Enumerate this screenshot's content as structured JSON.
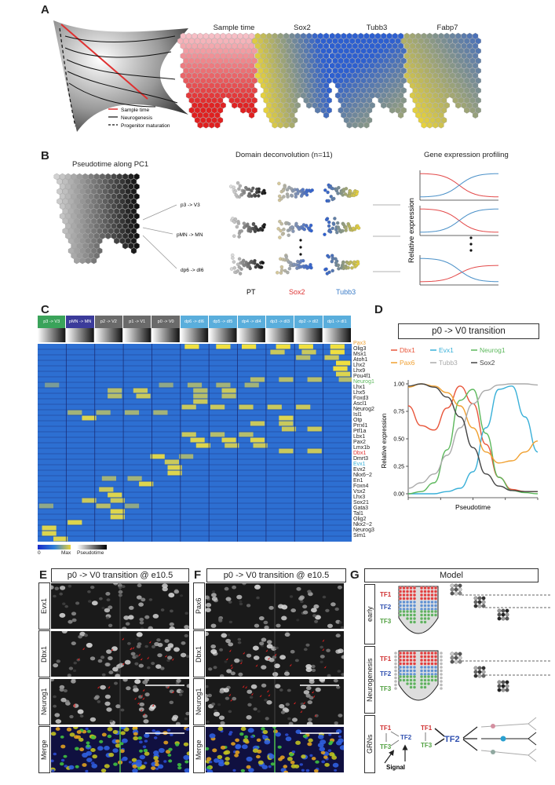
{
  "panels": {
    "A": "A",
    "B": "B",
    "C": "C",
    "D": "D",
    "E": "E",
    "F": "F",
    "G": "G"
  },
  "panelA": {
    "legend": [
      "Sample time",
      "Neurogenesis",
      "Progenitor maturation"
    ],
    "maps": [
      "Sample time",
      "Sox2",
      "Tubb3",
      "Fabp7"
    ],
    "colors": {
      "sample": "#e03030",
      "sox2_low": "#e8d23a",
      "sox2_high": "#2d5fd0"
    }
  },
  "panelB": {
    "title_left": "Pseudotime along PC1",
    "title_mid": "Domain deconvolution (n=11)",
    "title_right": "Gene expression profiling",
    "transitions": [
      "p3 -> V3",
      "pMN -> MN",
      "dp6 -> dI6"
    ],
    "col_labels": [
      "PT",
      "Sox2",
      "Tubb3"
    ],
    "ylabel": "Relative expression"
  },
  "panelC": {
    "columns": [
      "p3 -> V3",
      "pMN -> MN",
      "p2 -> V2",
      "p1 -> V1",
      "p0 -> V0",
      "dp6 -> dI6",
      "dp5 -> dI5",
      "dp4 -> dI4",
      "dp3 -> dI3",
      "dp2 -> dI2",
      "dp1 -> dI1"
    ],
    "genes": [
      "Pax3",
      "Olig3",
      "Msx1",
      "Atoh1",
      "Lhx2",
      "Lhx9",
      "Pou4f1",
      "Neurog1",
      "Lhx1",
      "Lhx5",
      "Foxd3",
      "Ascl1",
      "Neurog2",
      "Isl1",
      "Otp",
      "Prrxl1",
      "Ptf1a",
      "Lbx1",
      "Pax2",
      "Lmx1b",
      "Dbx1",
      "Dmrt3",
      "Evx1",
      "Evx2",
      "Nkx6−2",
      "En1",
      "Foxn4",
      "Vsx2",
      "Lhx3",
      "Sox21",
      "Gata3",
      "Tal1",
      "Olig2",
      "Nkx2−2",
      "Neurog3",
      "Sim1"
    ],
    "legend_min": "0",
    "legend_max": "Max",
    "legend_pt": "Pseudotime"
  },
  "panelD": {
    "title": "p0 -> V0 transition",
    "chart_data": {
      "type": "line",
      "title": "p0 -> V0 transition",
      "xlabel": "Pseudotime",
      "ylabel": "Relative expression",
      "xlim": [
        0,
        1
      ],
      "ylim": [
        0,
        1
      ],
      "yticks": [
        "0.00",
        "0.25",
        "0.50",
        "0.75",
        "1.00"
      ],
      "series": [
        {
          "name": "Dbx1",
          "color": "#e8553a",
          "x": [
            0,
            0.1,
            0.2,
            0.3,
            0.4,
            0.5,
            0.6,
            0.7,
            0.8,
            0.9,
            1
          ],
          "values": [
            0.8,
            0.62,
            0.58,
            0.78,
            0.98,
            0.82,
            0.45,
            0.15,
            0.04,
            0.02,
            0.02
          ]
        },
        {
          "name": "Evx1",
          "color": "#39b0d8",
          "x": [
            0,
            0.1,
            0.2,
            0.3,
            0.4,
            0.5,
            0.6,
            0.7,
            0.8,
            0.9,
            1
          ],
          "values": [
            0.0,
            0.0,
            0.0,
            0.02,
            0.05,
            0.2,
            0.6,
            0.95,
            0.98,
            0.7,
            0.38
          ]
        },
        {
          "name": "Neurog1",
          "color": "#5cb85c",
          "x": [
            0,
            0.1,
            0.2,
            0.3,
            0.4,
            0.5,
            0.6,
            0.7,
            0.8,
            0.9,
            1
          ],
          "values": [
            0.0,
            0.02,
            0.1,
            0.4,
            0.85,
            0.95,
            0.55,
            0.15,
            0.03,
            0.01,
            0.0
          ]
        },
        {
          "name": "Pax6",
          "color": "#f0a030",
          "x": [
            0,
            0.1,
            0.2,
            0.3,
            0.4,
            0.5,
            0.6,
            0.7,
            0.8,
            0.9,
            1
          ],
          "values": [
            0.97,
            1.0,
            0.98,
            0.92,
            0.8,
            0.6,
            0.38,
            0.28,
            0.3,
            0.38,
            0.48
          ]
        },
        {
          "name": "Tubb3",
          "color": "#aaaaaa",
          "x": [
            0,
            0.1,
            0.2,
            0.3,
            0.4,
            0.5,
            0.6,
            0.7,
            0.8,
            0.9,
            1
          ],
          "values": [
            0.05,
            0.1,
            0.18,
            0.35,
            0.6,
            0.82,
            0.94,
            0.99,
            1.0,
            1.0,
            0.99
          ]
        },
        {
          "name": "Sox2",
          "color": "#444444",
          "x": [
            0,
            0.1,
            0.2,
            0.3,
            0.4,
            0.5,
            0.6,
            0.7,
            0.8,
            0.9,
            1
          ],
          "values": [
            0.98,
            1.0,
            0.97,
            0.88,
            0.7,
            0.42,
            0.18,
            0.07,
            0.03,
            0.02,
            0.02
          ]
        }
      ]
    }
  },
  "panelE": {
    "title": "p0 -> V0 transition @ e10.5",
    "rows": [
      "Evx1",
      "Dbx1",
      "Neurog1",
      "Merge"
    ]
  },
  "panelF": {
    "title": "p0 -> V0 transition @ e10.5",
    "rows": [
      "Pax6",
      "Dbx1",
      "Neurog1",
      "Merge"
    ]
  },
  "panelG": {
    "title": "Model",
    "rows": [
      "early",
      "Neurogenesis",
      "GRNs"
    ],
    "tf": [
      "TF1",
      "TF2",
      "TF3"
    ],
    "signal": "Signal",
    "tf_colors": {
      "TF1": "#d03030",
      "TF2": "#3050b0",
      "TF3": "#50a040"
    }
  }
}
